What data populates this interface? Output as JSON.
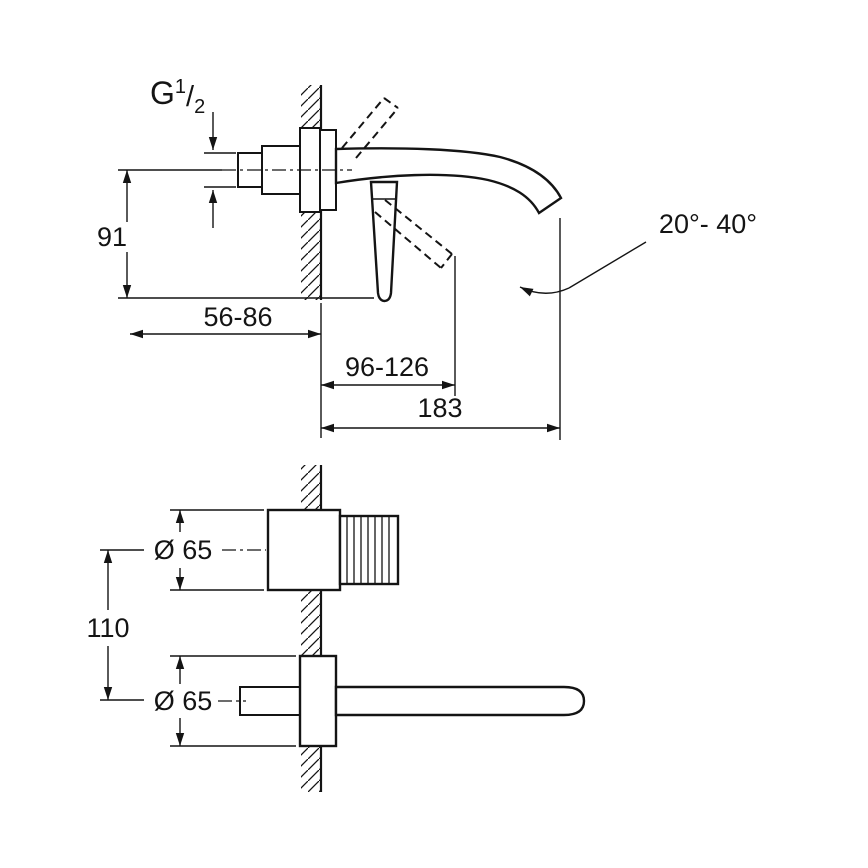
{
  "drawing": {
    "thread_label": {
      "prefix": "G",
      "numerator": "1",
      "separator": "/",
      "denominator": "2"
    },
    "dimensions": {
      "spout_height": "91",
      "wall_depth_range": "56-86",
      "handle_reach_range": "96-126",
      "spout_projection": "183",
      "handle_angle_range": "20°- 40°",
      "handle_escutcheon_diameter": "Ø 65",
      "vertical_center_distance": "110",
      "spout_escutcheon_diameter": "Ø 65"
    }
  }
}
